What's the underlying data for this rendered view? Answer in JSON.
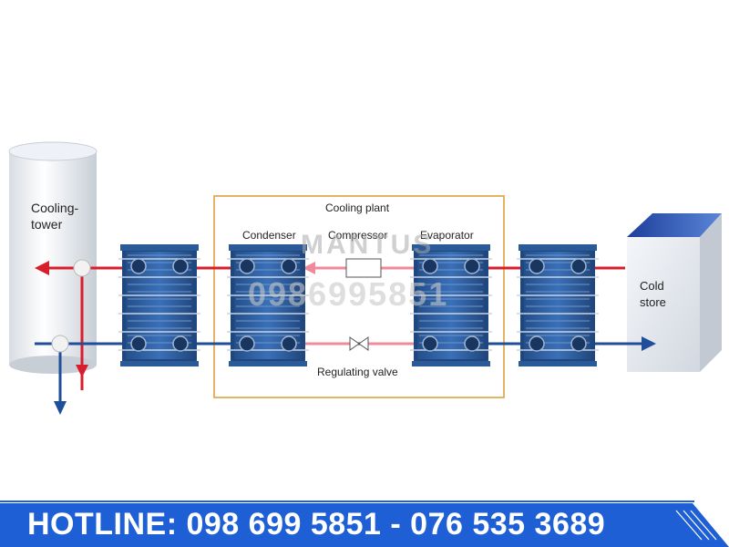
{
  "diagram": {
    "cooling_tower_label_line1": "Cooling-",
    "cooling_tower_label_line2": "tower",
    "cold_store_label_line1": "Cold",
    "cold_store_label_line2": "store",
    "plant_title": "Cooling plant",
    "condenser_label": "Condenser",
    "compressor_label": "Compressor",
    "evaporator_label": "Evaporator",
    "valve_label": "Regulating valve"
  },
  "watermark": {
    "brand": "MANTUS",
    "phone": "0986995851"
  },
  "hotline": {
    "text": "HOTLINE: 098 699 5851 - 076 535 3689"
  },
  "colors": {
    "hot_line": "#d81e2c",
    "cold_line": "#1f4f9a",
    "refrigerant": "#f08a9a",
    "plate_hx": "#2e5f9e",
    "plant_border": "#e0a040",
    "banner": "#1e5fd6"
  }
}
